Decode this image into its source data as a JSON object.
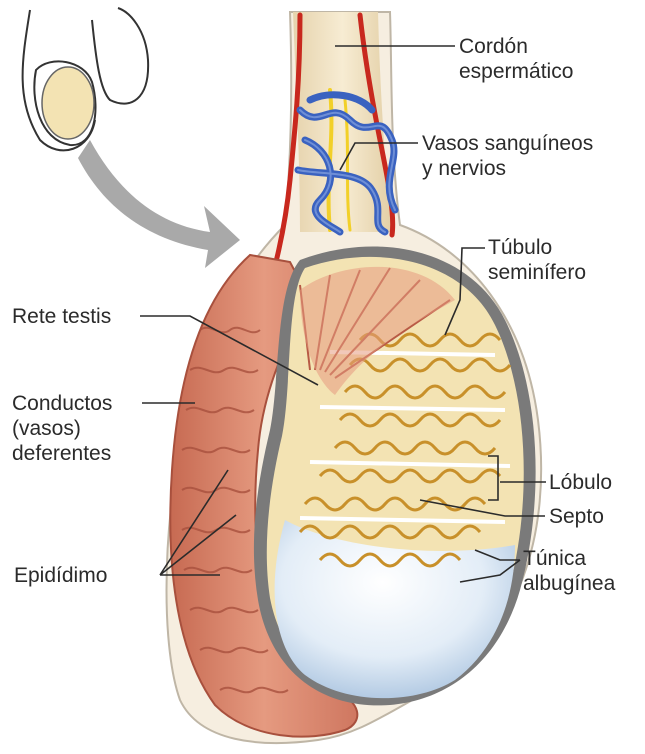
{
  "labels": {
    "cordon": [
      "Cordón",
      "espermático"
    ],
    "vasos": [
      "Vasos sanguíneos",
      "y nervios"
    ],
    "tubulo": [
      "Túbulo",
      "seminífero"
    ],
    "rete": "Rete testis",
    "conductos": [
      "Conductos",
      "(vasos)",
      "deferentes"
    ],
    "lobulo": "Lóbulo",
    "septo": "Septo",
    "epididimo": "Epidídimo",
    "tunica": [
      "Túnica",
      "albugínea"
    ]
  },
  "colors": {
    "epididymis": "#d9826b",
    "epididymis_dark": "#b85a45",
    "tubule_fill": "#f2c466",
    "tubule_line": "#c8902a",
    "tunica": "#6e6e6e",
    "artery": "#c8281e",
    "vein": "#3a62c0",
    "nerve": "#f2d028",
    "cord": "#f1e3c4",
    "lower_fluid": "#dfe9f4",
    "arrow": "#a9a9a9",
    "leader": "#2b2b2b"
  }
}
